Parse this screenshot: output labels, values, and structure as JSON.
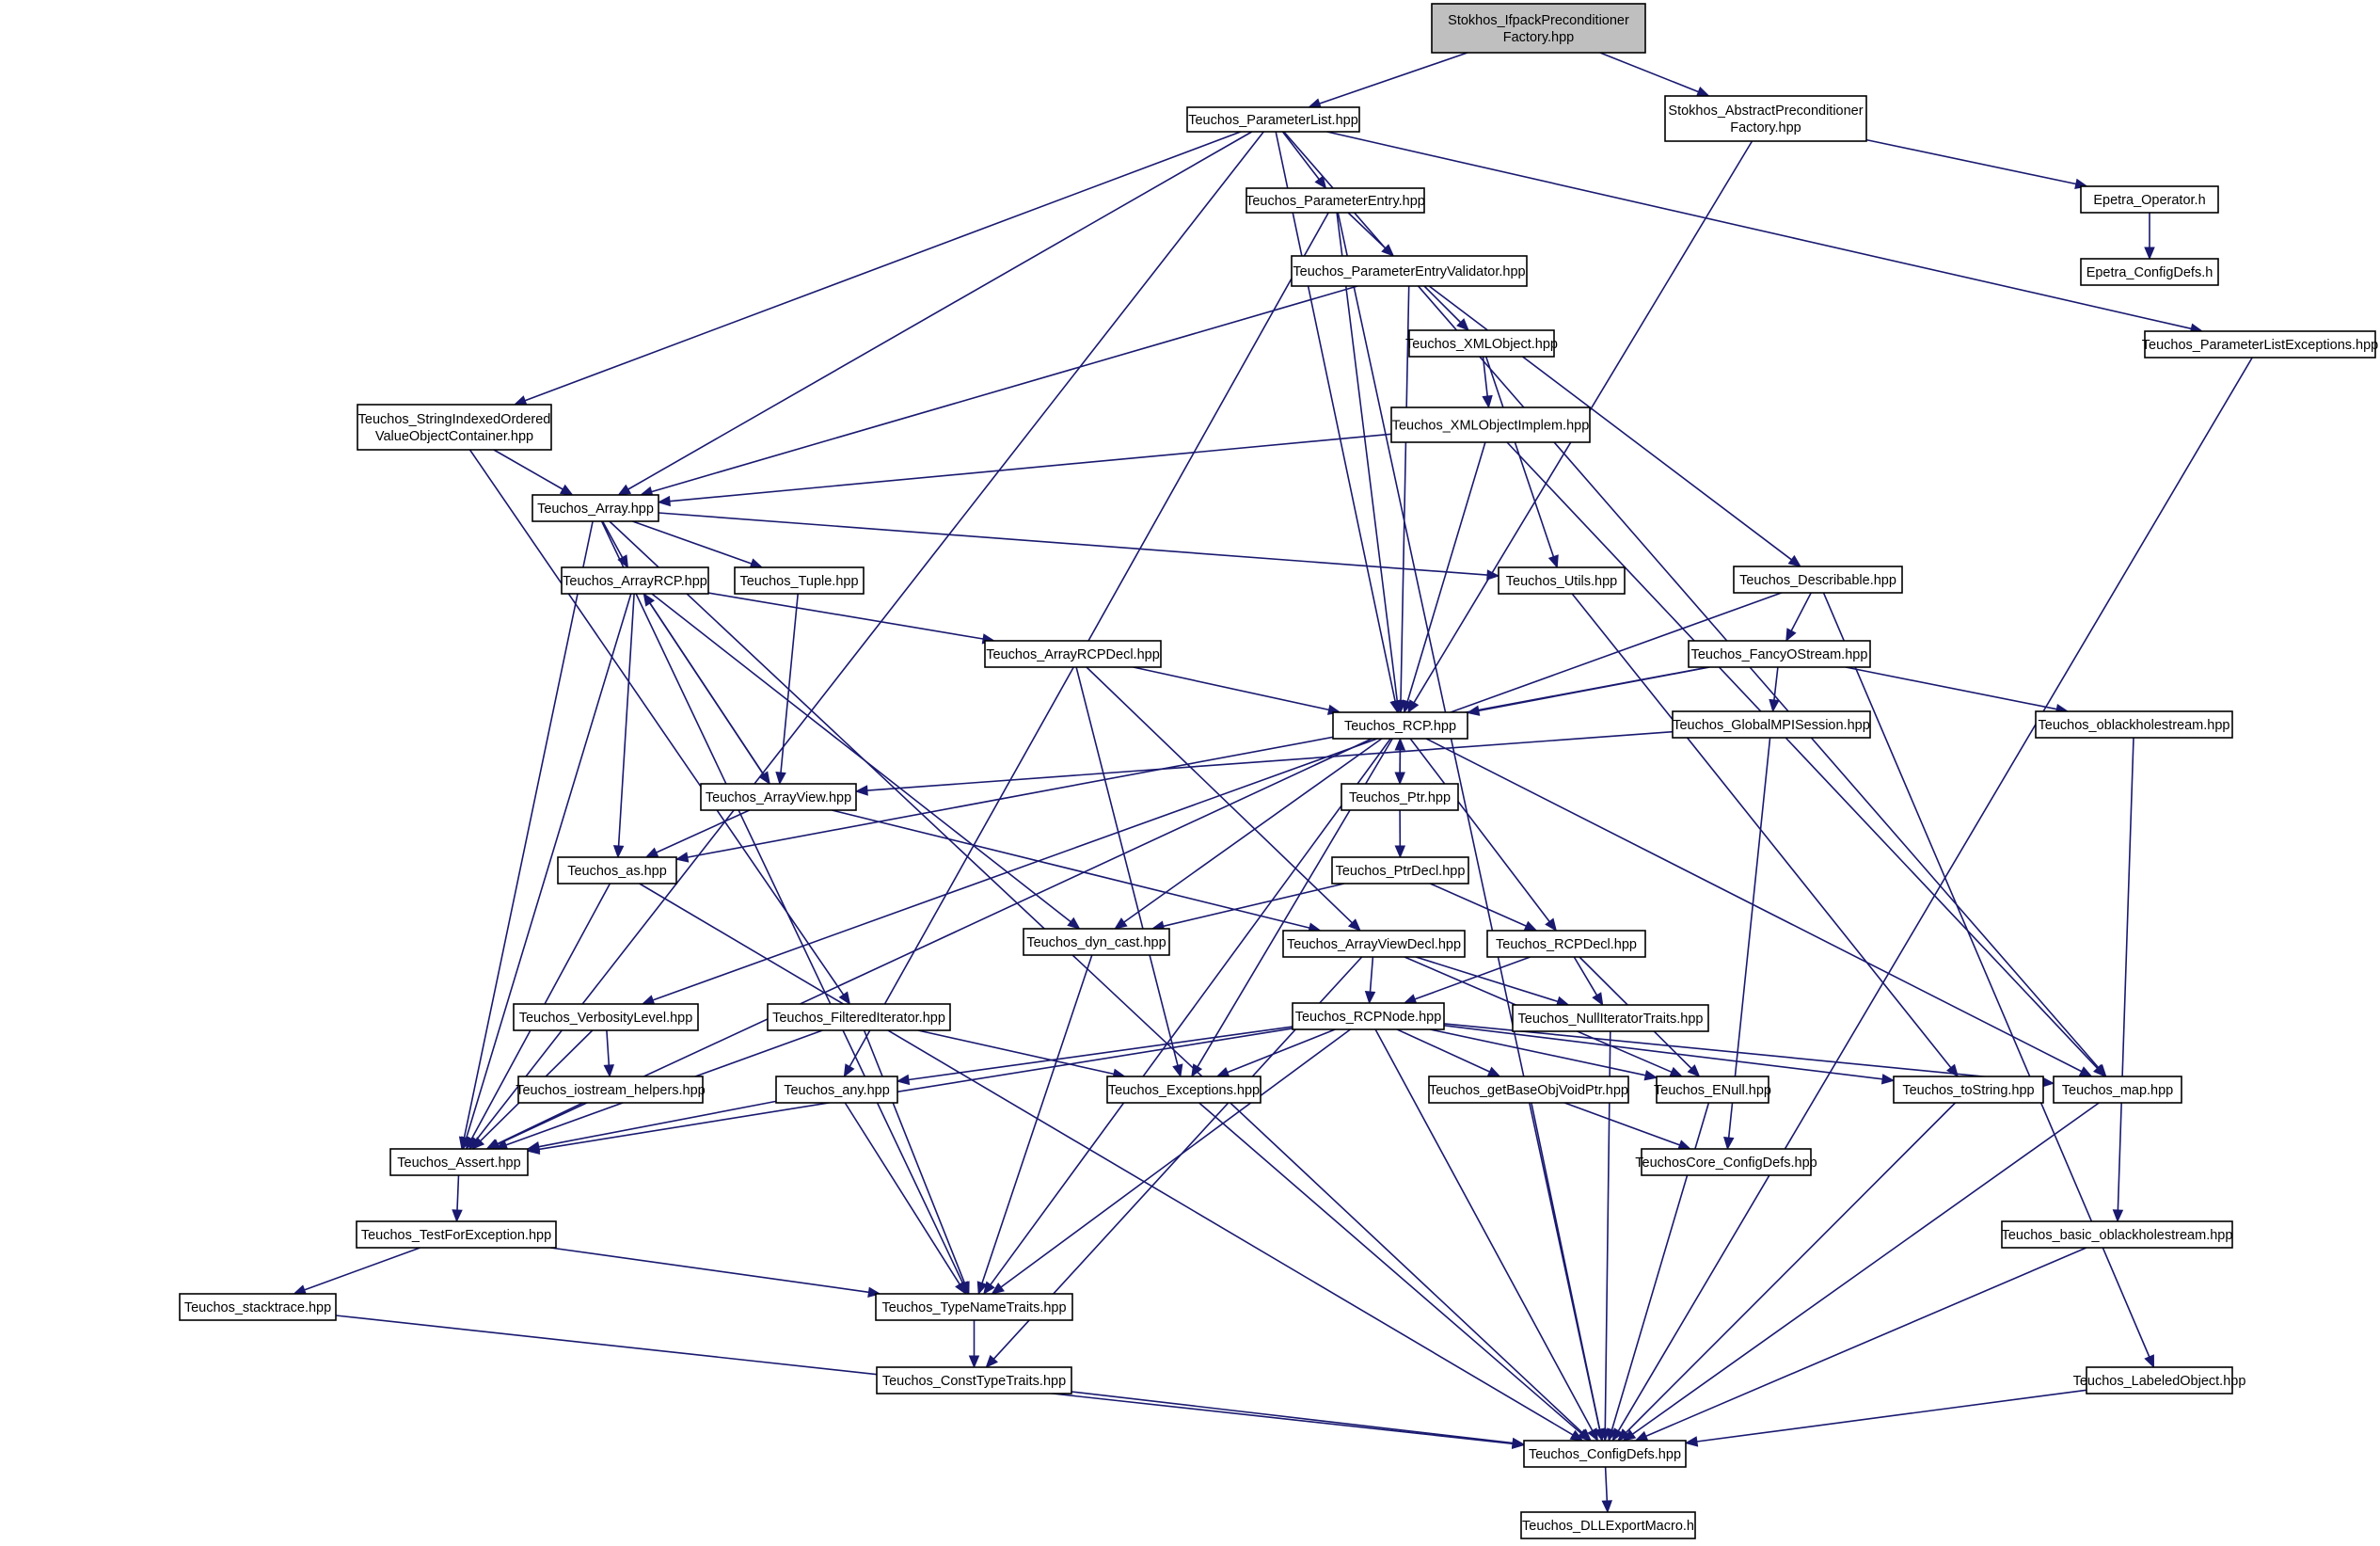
{
  "diagram": {
    "type": "include-dependency-graph",
    "root": "stokhos_ifpack",
    "nodes": [
      {
        "id": "stokhos_ifpack",
        "lines": [
          "Stokhos_IfpackPreconditioner",
          "Factory.hpp"
        ],
        "root": true
      },
      {
        "id": "pl",
        "lines": [
          "Teuchos_ParameterList.hpp"
        ]
      },
      {
        "id": "stokhos_abs",
        "lines": [
          "Stokhos_AbstractPreconditioner",
          "Factory.hpp"
        ]
      },
      {
        "id": "epetra_op",
        "lines": [
          "Epetra_Operator.h"
        ]
      },
      {
        "id": "epetra_cfg",
        "lines": [
          "Epetra_ConfigDefs.h"
        ]
      },
      {
        "id": "pe",
        "lines": [
          "Teuchos_ParameterEntry.hpp"
        ]
      },
      {
        "id": "ple",
        "lines": [
          "Teuchos_ParameterListExceptions.hpp"
        ]
      },
      {
        "id": "pev",
        "lines": [
          "Teuchos_ParameterEntryValidator.hpp"
        ]
      },
      {
        "id": "xmlobj",
        "lines": [
          "Teuchos_XMLObject.hpp"
        ]
      },
      {
        "id": "xmlimpl",
        "lines": [
          "Teuchos_XMLObjectImplem.hpp"
        ]
      },
      {
        "id": "sioc",
        "lines": [
          "Teuchos_StringIndexedOrdered",
          "ValueObjectContainer.hpp"
        ]
      },
      {
        "id": "array",
        "lines": [
          "Teuchos_Array.hpp"
        ]
      },
      {
        "id": "arrayrcp",
        "lines": [
          "Teuchos_ArrayRCP.hpp"
        ]
      },
      {
        "id": "tuple",
        "lines": [
          "Teuchos_Tuple.hpp"
        ]
      },
      {
        "id": "utils",
        "lines": [
          "Teuchos_Utils.hpp"
        ]
      },
      {
        "id": "describable",
        "lines": [
          "Teuchos_Describable.hpp"
        ]
      },
      {
        "id": "arrayrcpdecl",
        "lines": [
          "Teuchos_ArrayRCPDecl.hpp"
        ]
      },
      {
        "id": "fancy",
        "lines": [
          "Teuchos_FancyOStream.hpp"
        ]
      },
      {
        "id": "rcp",
        "lines": [
          "Teuchos_RCP.hpp"
        ]
      },
      {
        "id": "globalmpi",
        "lines": [
          "Teuchos_GlobalMPISession.hpp"
        ]
      },
      {
        "id": "oblack",
        "lines": [
          "Teuchos_oblackholestream.hpp"
        ]
      },
      {
        "id": "arrayview",
        "lines": [
          "Teuchos_ArrayView.hpp"
        ]
      },
      {
        "id": "ptr",
        "lines": [
          "Teuchos_Ptr.hpp"
        ]
      },
      {
        "id": "as",
        "lines": [
          "Teuchos_as.hpp"
        ]
      },
      {
        "id": "ptrdecl",
        "lines": [
          "Teuchos_PtrDecl.hpp"
        ]
      },
      {
        "id": "dyncast",
        "lines": [
          "Teuchos_dyn_cast.hpp"
        ]
      },
      {
        "id": "avdecl",
        "lines": [
          "Teuchos_ArrayViewDecl.hpp"
        ]
      },
      {
        "id": "rcpdecl",
        "lines": [
          "Teuchos_RCPDecl.hpp"
        ]
      },
      {
        "id": "verbosity",
        "lines": [
          "Teuchos_VerbosityLevel.hpp"
        ]
      },
      {
        "id": "filtered",
        "lines": [
          "Teuchos_FilteredIterator.hpp"
        ]
      },
      {
        "id": "rcpnode",
        "lines": [
          "Teuchos_RCPNode.hpp"
        ]
      },
      {
        "id": "nullit",
        "lines": [
          "Teuchos_NullIteratorTraits.hpp"
        ]
      },
      {
        "id": "iohelp",
        "lines": [
          "Teuchos_iostream_helpers.hpp"
        ]
      },
      {
        "id": "any",
        "lines": [
          "Teuchos_any.hpp"
        ]
      },
      {
        "id": "exceptions",
        "lines": [
          "Teuchos_Exceptions.hpp"
        ]
      },
      {
        "id": "getbase",
        "lines": [
          "Teuchos_getBaseObjVoidPtr.hpp"
        ]
      },
      {
        "id": "enull",
        "lines": [
          "Teuchos_ENull.hpp"
        ]
      },
      {
        "id": "tostring",
        "lines": [
          "Teuchos_toString.hpp"
        ]
      },
      {
        "id": "map",
        "lines": [
          "Teuchos_map.hpp"
        ]
      },
      {
        "id": "assert",
        "lines": [
          "Teuchos_Assert.hpp"
        ]
      },
      {
        "id": "corecfg",
        "lines": [
          "TeuchosCore_ConfigDefs.hpp"
        ]
      },
      {
        "id": "testfor",
        "lines": [
          "Teuchos_TestForException.hpp"
        ]
      },
      {
        "id": "basicob",
        "lines": [
          "Teuchos_basic_oblackholestream.hpp"
        ]
      },
      {
        "id": "stacktrace",
        "lines": [
          "Teuchos_stacktrace.hpp"
        ]
      },
      {
        "id": "typename",
        "lines": [
          "Teuchos_TypeNameTraits.hpp"
        ]
      },
      {
        "id": "consttype",
        "lines": [
          "Teuchos_ConstTypeTraits.hpp"
        ]
      },
      {
        "id": "labeled",
        "lines": [
          "Teuchos_LabeledObject.hpp"
        ]
      },
      {
        "id": "configdefs",
        "lines": [
          "Teuchos_ConfigDefs.hpp"
        ]
      },
      {
        "id": "dllexport",
        "lines": [
          "Teuchos_DLLExportMacro.h"
        ]
      }
    ],
    "edges": [
      [
        "stokhos_ifpack",
        "pl"
      ],
      [
        "stokhos_ifpack",
        "stokhos_abs"
      ],
      [
        "stokhos_abs",
        "epetra_op"
      ],
      [
        "stokhos_abs",
        "rcp"
      ],
      [
        "epetra_op",
        "epetra_cfg"
      ],
      [
        "pl",
        "pe"
      ],
      [
        "pl",
        "ple"
      ],
      [
        "pl",
        "sioc"
      ],
      [
        "pl",
        "array"
      ],
      [
        "pl",
        "assert"
      ],
      [
        "pl",
        "rcp"
      ],
      [
        "pl",
        "map"
      ],
      [
        "pe",
        "pev"
      ],
      [
        "pe",
        "rcp"
      ],
      [
        "pe",
        "any"
      ],
      [
        "pe",
        "configdefs"
      ],
      [
        "ple",
        "configdefs"
      ],
      [
        "pev",
        "xmlobj"
      ],
      [
        "pev",
        "describable"
      ],
      [
        "pev",
        "rcp"
      ],
      [
        "pev",
        "array"
      ],
      [
        "xmlobj",
        "xmlimpl"
      ],
      [
        "xmlobj",
        "utils"
      ],
      [
        "xmlimpl",
        "array"
      ],
      [
        "xmlimpl",
        "rcp"
      ],
      [
        "xmlimpl",
        "map"
      ],
      [
        "sioc",
        "array"
      ],
      [
        "sioc",
        "filtered"
      ],
      [
        "array",
        "arrayrcp"
      ],
      [
        "array",
        "tuple"
      ],
      [
        "array",
        "utils"
      ],
      [
        "array",
        "assert"
      ],
      [
        "array",
        "typename"
      ],
      [
        "array",
        "configdefs"
      ],
      [
        "arrayrcp",
        "arrayrcpdecl"
      ],
      [
        "arrayrcp",
        "arrayview"
      ],
      [
        "arrayrcp",
        "as"
      ],
      [
        "arrayrcp",
        "dyncast"
      ],
      [
        "arrayrcp",
        "assert"
      ],
      [
        "tuple",
        "arrayview"
      ],
      [
        "utils",
        "tostring"
      ],
      [
        "describable",
        "fancy"
      ],
      [
        "describable",
        "verbosity"
      ],
      [
        "describable",
        "labeled"
      ],
      [
        "arrayrcpdecl",
        "rcp"
      ],
      [
        "arrayrcpdecl",
        "avdecl"
      ],
      [
        "arrayrcpdecl",
        "exceptions"
      ],
      [
        "fancy",
        "rcp"
      ],
      [
        "fancy",
        "globalmpi"
      ],
      [
        "fancy",
        "oblack"
      ],
      [
        "fancy",
        "as"
      ],
      [
        "globalmpi",
        "arrayview"
      ],
      [
        "globalmpi",
        "corecfg"
      ],
      [
        "oblack",
        "basicob"
      ],
      [
        "rcp",
        "ptr"
      ],
      [
        "rcp",
        "rcpdecl"
      ],
      [
        "rcp",
        "dyncast"
      ],
      [
        "rcp",
        "exceptions"
      ],
      [
        "rcp",
        "typename"
      ],
      [
        "rcp",
        "map"
      ],
      [
        "rcp",
        "assert"
      ],
      [
        "arrayview",
        "arrayrcp"
      ],
      [
        "arrayview",
        "as"
      ],
      [
        "arrayview",
        "avdecl"
      ],
      [
        "ptr",
        "rcp"
      ],
      [
        "ptr",
        "ptrdecl"
      ],
      [
        "as",
        "assert"
      ],
      [
        "as",
        "configdefs"
      ],
      [
        "ptrdecl",
        "rcpdecl"
      ],
      [
        "ptrdecl",
        "dyncast"
      ],
      [
        "dyncast",
        "typename"
      ],
      [
        "avdecl",
        "rcpnode"
      ],
      [
        "avdecl",
        "nullit"
      ],
      [
        "avdecl",
        "enull"
      ],
      [
        "avdecl",
        "consttype"
      ],
      [
        "rcpdecl",
        "rcpnode"
      ],
      [
        "rcpdecl",
        "nullit"
      ],
      [
        "rcpdecl",
        "enull"
      ],
      [
        "verbosity",
        "iohelp"
      ],
      [
        "verbosity",
        "assert"
      ],
      [
        "filtered",
        "exceptions"
      ],
      [
        "filtered",
        "typename"
      ],
      [
        "filtered",
        "assert"
      ],
      [
        "rcpnode",
        "any"
      ],
      [
        "rcpnode",
        "exceptions"
      ],
      [
        "rcpnode",
        "getbase"
      ],
      [
        "rcpnode",
        "enull"
      ],
      [
        "rcpnode",
        "tostring"
      ],
      [
        "rcpnode",
        "map"
      ],
      [
        "rcpnode",
        "assert"
      ],
      [
        "rcpnode",
        "typename"
      ],
      [
        "rcpnode",
        "configdefs"
      ],
      [
        "nullit",
        "configdefs"
      ],
      [
        "iohelp",
        "assert"
      ],
      [
        "any",
        "assert"
      ],
      [
        "any",
        "typename"
      ],
      [
        "exceptions",
        "configdefs"
      ],
      [
        "getbase",
        "corecfg"
      ],
      [
        "getbase",
        "configdefs"
      ],
      [
        "enull",
        "configdefs"
      ],
      [
        "tostring",
        "configdefs"
      ],
      [
        "map",
        "configdefs"
      ],
      [
        "assert",
        "testfor"
      ],
      [
        "testfor",
        "stacktrace"
      ],
      [
        "testfor",
        "typename"
      ],
      [
        "basicob",
        "configdefs"
      ],
      [
        "stacktrace",
        "configdefs"
      ],
      [
        "typename",
        "consttype"
      ],
      [
        "consttype",
        "configdefs"
      ],
      [
        "labeled",
        "configdefs"
      ],
      [
        "configdefs",
        "dllexport"
      ]
    ]
  }
}
